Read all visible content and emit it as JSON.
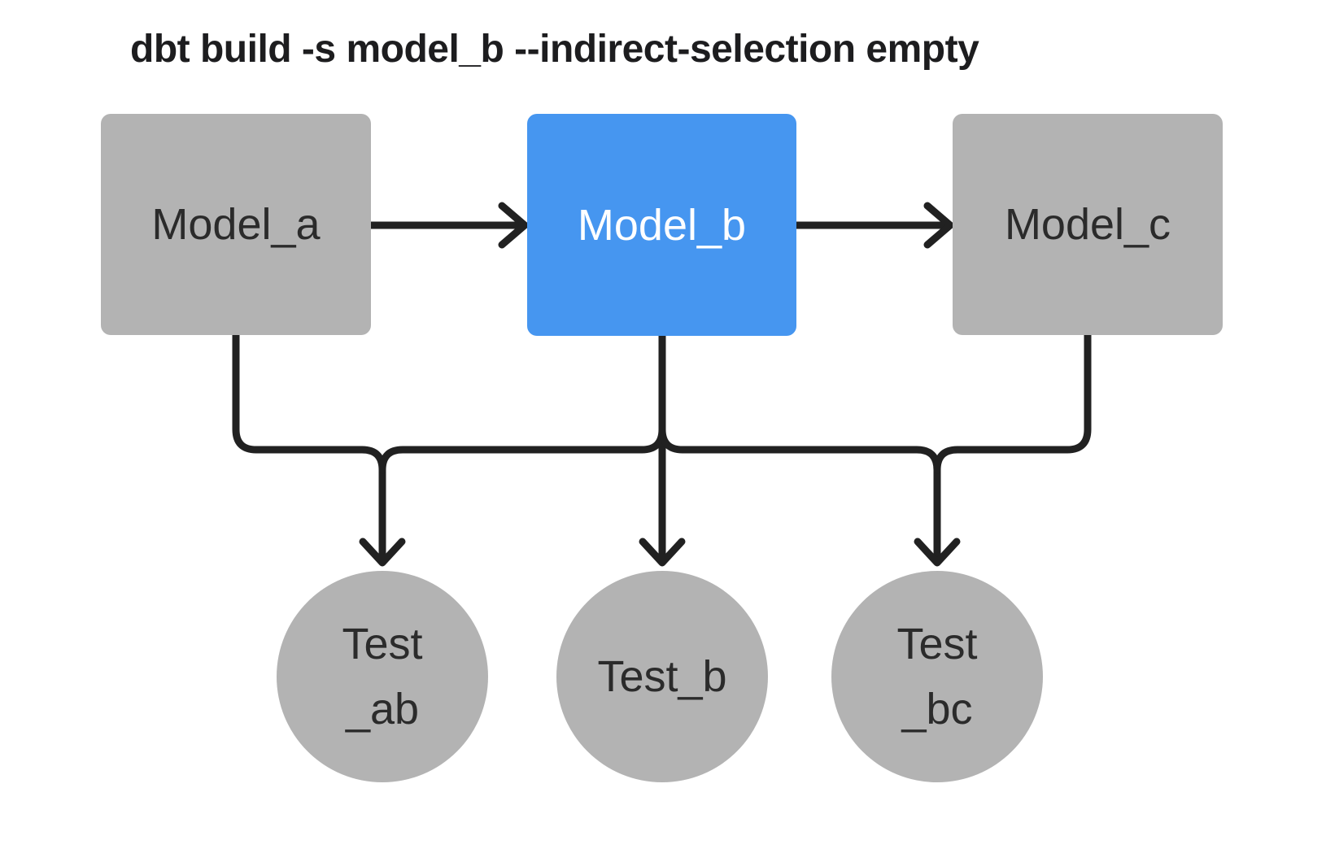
{
  "title": "dbt build -s model_b --indirect-selection empty",
  "colors": {
    "background": "#ffffff",
    "title_text": "#1d1d1f",
    "line": "#212121",
    "node_gray": "#b3b3b3",
    "selected_blue": "#4696f0",
    "text_dark": "#2b2b2b",
    "text_light": "#ffffff"
  },
  "models": [
    {
      "id": "model_a",
      "label": "Model_a",
      "selected": false
    },
    {
      "id": "model_b",
      "label": "Model_b",
      "selected": true
    },
    {
      "id": "model_c",
      "label": "Model_c",
      "selected": false
    }
  ],
  "tests": [
    {
      "id": "test_ab",
      "label_lines": [
        "Test",
        "_ab"
      ]
    },
    {
      "id": "test_b",
      "label_lines": [
        "Test_b"
      ]
    },
    {
      "id": "test_bc",
      "label_lines": [
        "Test",
        "_bc"
      ]
    }
  ],
  "edges": [
    {
      "from": "model_a",
      "to": "model_b"
    },
    {
      "from": "model_b",
      "to": "model_c"
    },
    {
      "from": "model_a",
      "to": "test_ab"
    },
    {
      "from": "model_b",
      "to": "test_ab"
    },
    {
      "from": "model_b",
      "to": "test_b"
    },
    {
      "from": "model_b",
      "to": "test_bc"
    },
    {
      "from": "model_c",
      "to": "test_bc"
    }
  ]
}
